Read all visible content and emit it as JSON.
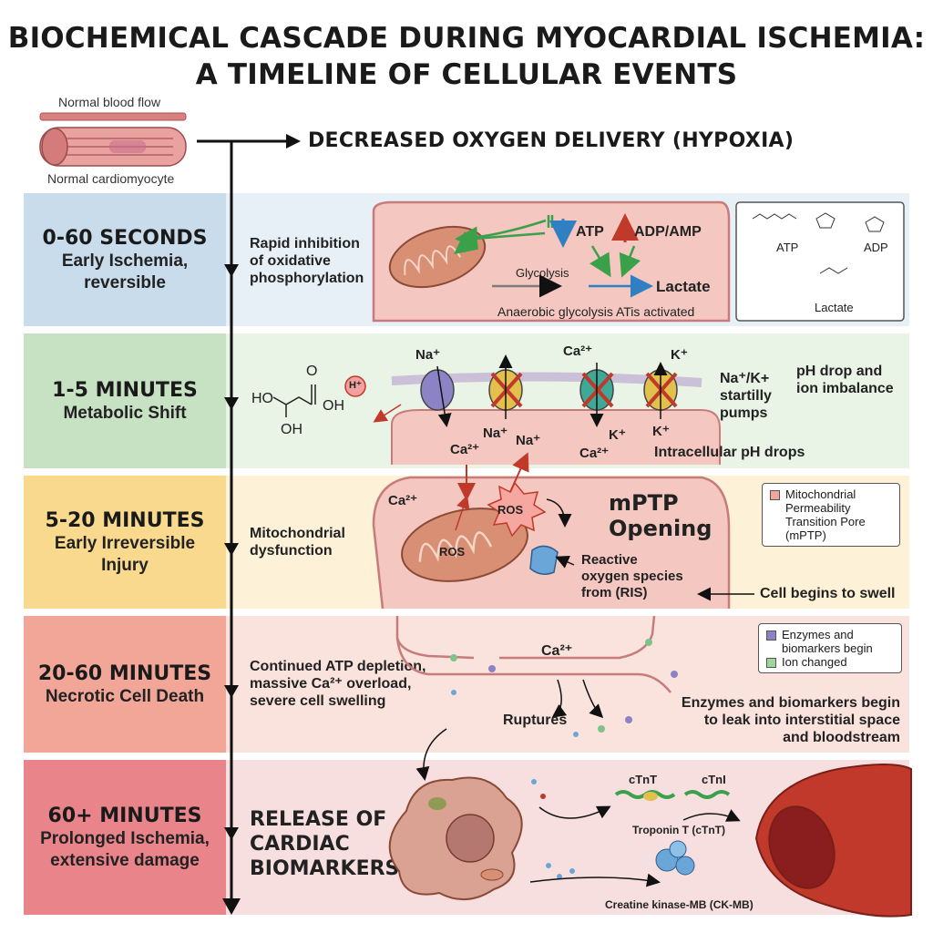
{
  "title_line1": "BIOCHEMICAL CASCADE DURING MYOCARDIAL ISCHEMIA:",
  "title_line2": "A TIMELINE OF CELLULAR EVENTS",
  "header": {
    "normal_flow": "Normal blood flow",
    "normal_cell": "Normal cardiomyocyte",
    "hypoxia": "DECREASED OXYGEN DELIVERY (HYPOXIA)"
  },
  "colors": {
    "row1": "#c9dceb",
    "row1_light": "#e8f0f7",
    "row2": "#c7e2c2",
    "row2_light": "#e9f3e6",
    "row3": "#f8d98d",
    "row3_light": "#fdf1d8",
    "row4": "#f1a697",
    "row4_light": "#fae3dd",
    "row5": "#e8848a",
    "row5_light": "#f7dfe0",
    "cell": "#f4c7c0",
    "cell_border": "#c77b7b"
  },
  "rows": [
    {
      "time": "0-60 SECONDS",
      "stage": [
        "Early Ischemia,",
        "reversible"
      ],
      "desc": [
        "Rapid inhibition",
        "of oxidative",
        "phosphorylation"
      ],
      "labels": {
        "atp": "ATP",
        "adp": "ADP/AMP",
        "glycolysis": "Glycolysis",
        "lactate": "Lactate",
        "activated": "Anaerobic glycolysis ATis activated"
      },
      "chem": {
        "atp": "ATP",
        "adp": "ADP",
        "lactate": "Lactate"
      }
    },
    {
      "time": "1-5 MINUTES",
      "stage": [
        "Metabolic Shift"
      ],
      "labels": {
        "na_top": "Na⁺",
        "ca_top": "Ca²⁺",
        "k_top": "K⁺",
        "na_mid": "Na⁺",
        "na_mid2": "Na⁺",
        "ca_bottom": "Ca²⁺",
        "ca_bottom2": "Ca²⁺",
        "k_bottom": "K⁺",
        "k_bottom2": "K⁺",
        "h": "H⁺",
        "pumps": [
          "Na⁺/K+",
          "startilly",
          "pumps"
        ],
        "ph_drop": [
          "pH drop and",
          "ion imbalance"
        ],
        "intracellular": "Intracellular pH drops",
        "ho1": "HO",
        "ho2": "OH",
        "o": "O",
        "oh": "OH"
      }
    },
    {
      "time": "5-20 MINUTES",
      "stage": [
        "Early Irreversible",
        "Injury"
      ],
      "desc": [
        "Mitochondrial",
        "dysfunction"
      ],
      "labels": {
        "ca": "Ca²⁺",
        "ros1": "ROS",
        "ros2": "ROS",
        "mptp": [
          "mPTP",
          "Opening"
        ],
        "reactive": [
          "Reactive",
          "oxygen species",
          "from (RIS)"
        ],
        "swell": "Cell begins to swell",
        "legend": [
          "Mitochondrial",
          "Permeability",
          "Transition Pore",
          "(mPTP)"
        ]
      }
    },
    {
      "time": "20-60 MINUTES",
      "stage": [
        "Necrotic Cell Death"
      ],
      "desc": [
        "Continued ATP depletion,",
        "massive Ca²⁺ overload,",
        "severe cell swelling"
      ],
      "labels": {
        "ca": "Ca²⁺",
        "ruptures": "Ruptures",
        "leak": [
          "Enzymes and biomarkers begin",
          "to leak into interstitial space",
          "and bloodstream"
        ],
        "legend1": [
          "Enzymes and",
          "biomarkers begin"
        ],
        "legend2": "Ion changed"
      }
    },
    {
      "time": "60+ MINUTES",
      "stage": [
        "Prolonged Ischemia,",
        "extensive damage"
      ],
      "desc": [
        "RELEASE OF",
        "CARDIAC",
        "BIOMARKERS"
      ],
      "labels": {
        "ctnt": "cTnT",
        "ctni": "cTnI",
        "troponin": "Troponin T (cTnT)",
        "ckmb": "Creatine kinase-MB (CK-MB)"
      }
    }
  ]
}
